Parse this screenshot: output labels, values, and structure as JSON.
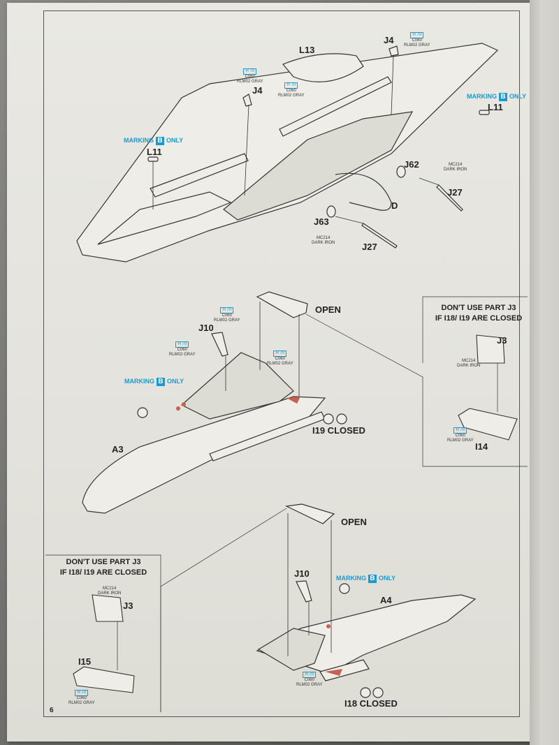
{
  "page_number": "6",
  "labels": {
    "l13": "L13",
    "j4_left": "J4",
    "j4_right": "J4",
    "l11_left": "L11",
    "l11_right": "L11",
    "j62": "J62",
    "j27_right": "J27",
    "d": "D",
    "j63": "J63",
    "j27_bottom": "J27",
    "open_1": "OPEN",
    "j10_1": "J10",
    "a3": "A3",
    "i19_closed": "I19 CLOSED",
    "j3_1": "J3",
    "i14": "I14",
    "open_2": "OPEN",
    "j10_2": "J10",
    "a4": "A4",
    "i18_closed": "I18 CLOSED",
    "j3_2": "J3",
    "i15": "I15"
  },
  "marking": {
    "prefix": "MARKING",
    "letter": "B",
    "suffix": "ONLY"
  },
  "notes": {
    "dont_use_line1": "DON'T USE PART J3",
    "dont_use_line2": "IF I18/ I19 ARE CLOSED"
  },
  "paints": {
    "h70": "H 70",
    "c060": "C060",
    "rlm02": "RLM02 GRAY",
    "mc214": "MC214",
    "dark_iron": "DARK IRON"
  },
  "colors": {
    "accent_blue": "#1a9ad0",
    "paper": "#e6e5df",
    "red_detail": "#c8604f"
  }
}
